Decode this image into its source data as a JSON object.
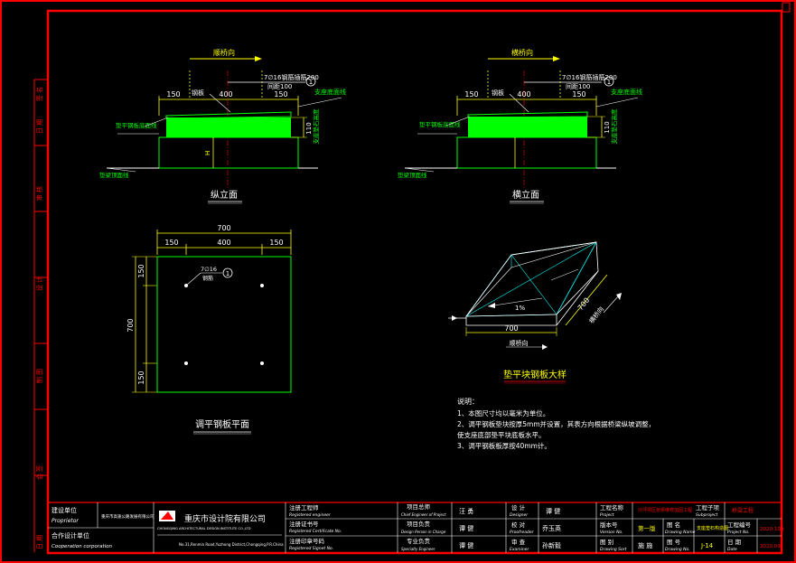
{
  "colors": {
    "background": "#000000",
    "frame": "#ff0000",
    "dim": "#ffff00",
    "concrete": "#00ff00",
    "outline": "#00ff00",
    "cyan": "#00ffff",
    "line": "#ffffff"
  },
  "side_strip": {
    "labels": [
      "签 名",
      "日 期",
      "审 核",
      "设 计",
      "制 图",
      "会 签",
      "日 期"
    ]
  },
  "view_longitudinal": {
    "direction": "顺桥向",
    "rebar": "7∅16钢筋插筋200",
    "rebar_sub": "间距100",
    "rebar_num": "1",
    "plate": "钢板",
    "dim_150a": "150",
    "dim_400": "400",
    "dim_150b": "150",
    "top_label": "支座底面线",
    "left_label": "垫平钢板底面线",
    "height_dim": "110",
    "height_label": "支座垫石高度",
    "h": "H",
    "bottom_label": "垫梁顶面线",
    "title": "纵立面"
  },
  "view_transverse": {
    "direction": "横桥向",
    "rebar": "7∅16钢筋插筋200",
    "rebar_sub": "间距100",
    "rebar_num": "1",
    "plate": "钢板",
    "dim_150a": "150",
    "dim_400": "400",
    "dim_150b": "150",
    "top_label": "支座底面线",
    "left_label": "垫平钢板底面线",
    "height_dim": "110",
    "height_label": "支座垫石高度",
    "bottom_label": "垫梁顶面线",
    "title": "横立面"
  },
  "plan": {
    "total": "700",
    "d150a": "150",
    "d400": "400",
    "d150b": "150",
    "v150a": "150",
    "v400": "700",
    "v150b": "150",
    "rebar": "7∅16",
    "rebar_sub": "钢筋",
    "rebar_num": "1",
    "title": "调平钢板平面"
  },
  "detail": {
    "slope": "1%",
    "dim_bottom": "700",
    "dir_bottom": "顺桥向",
    "dim_side": "700",
    "dir_side": "横桥向",
    "title": "垫平块钢板大样"
  },
  "notes": {
    "heading": "说明：",
    "lines": [
      "1、本图尺寸均以毫米为单位。",
      "2、调平钢板垫块按厚5mm并设置，其表方向根据桥梁纵坡调整，",
      "使支座底部垫平块底板水平。",
      "3、调平钢板板厚按40mm计。"
    ]
  },
  "titleblock": {
    "owner_label": "建设单位",
    "owner_label_en": "Proprietor",
    "owner_value": "重庆市高速公路发展有限公司",
    "coop_label": "合作设计单位",
    "coop_label_en": "Cooperation corporation",
    "company": "重庆市设计院有限公司",
    "company_sub": "CHONGQING ARCHITECTURAL DESIGN INSTITUTE CO.,LTD",
    "address": "No.31,Renmin Road,Yuzhong District,Chongqing,P.R.China",
    "reg_engineer": "注册工程师",
    "reg_engineer_en": "Registered engineer",
    "reg_cert": "注册证书号",
    "reg_cert_en": "Registered Certificate No.",
    "reg_seal": "注册印章号码",
    "reg_seal_en": "Registered Signet No.",
    "pm": "项目总师",
    "pm_en": "Chief Engineer of Project",
    "pm_name": "汪 勇",
    "pl": "项目负责",
    "pl_en": "Design Person in Charge",
    "pl_name": "谭 健",
    "sp": "专业负责",
    "sp_en": "Specialty Engineer",
    "sp_name": "谭 健",
    "designer": "设 计",
    "designer_en": "Designer",
    "designer_name": "谭 健",
    "checker": "校 对",
    "checker_en": "Proofreader",
    "checker_name": "乔玉英",
    "reviewer": "审 查",
    "reviewer_en": "Examiner",
    "reviewer_name": "孙新毅",
    "project_label": "工程名称",
    "project_label_en": "Project",
    "project_value": "沙坪坝区桥梁维修加固工程",
    "subproject_label": "工程子项",
    "subproject_label_en": "Subproject",
    "subproject_value": "桥梁工程",
    "version_label": "版本号",
    "version_label_en": "Version No.",
    "version_value": "第一版",
    "drawing_name_label": "图 名",
    "drawing_name_label_en": "Drawing Name",
    "drawing_name_value": "支座垫石构造图",
    "project_no_label": "工程编号",
    "project_no_label_en": "Project No.",
    "project_no_value": "2020-109",
    "stage_label": "图 别",
    "stage_label_en": "Drawing Sort",
    "stage_value": "施 施",
    "sheet_no_label": "图 号",
    "sheet_no_label_en": "Drawing No.",
    "sheet_no_value": "J-14",
    "date_label": "日 期",
    "date_label_en": "Date",
    "date_value": "2020.09"
  }
}
